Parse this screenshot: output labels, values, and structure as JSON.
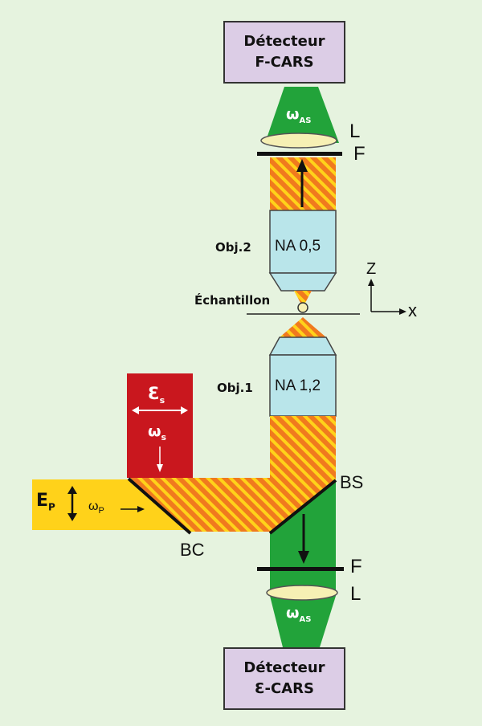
{
  "detectors": {
    "top": {
      "line1": "Détecteur",
      "line2": "F-CARS"
    },
    "bottom": {
      "line1": "Détecteur",
      "line2": "Ɛ-CARS"
    }
  },
  "objectives": {
    "obj2": {
      "label": "Obj.2",
      "na": "NA 0,5"
    },
    "obj1": {
      "label": "Obj.1",
      "na": "NA 1,2"
    }
  },
  "sample": {
    "label": "Échantillon"
  },
  "axes": {
    "z": "Z",
    "x": "x"
  },
  "components": {
    "lens": "L",
    "filter": "F",
    "beam_splitter": "BS",
    "beam_combiner": "BC"
  },
  "beams": {
    "anti_stokes": {
      "symbol": "ω",
      "subscript": "AS"
    },
    "stokes": {
      "field": "Ɛ",
      "field_sub": "s",
      "freq": "ω",
      "freq_sub": "s"
    },
    "pump": {
      "field": "E",
      "field_sub": "P",
      "freq": "ω",
      "freq_sub": "P"
    }
  },
  "colors": {
    "background": "#e6f3df",
    "detector": "#dccde6",
    "anti_stokes_green": "#22a33a",
    "stokes_red": "#c9171e",
    "pump_yellow": "#ffd21a",
    "mixed_orange": "#f07a1e",
    "objective": "#b9e5ea",
    "lens": "#f6f0b4"
  }
}
